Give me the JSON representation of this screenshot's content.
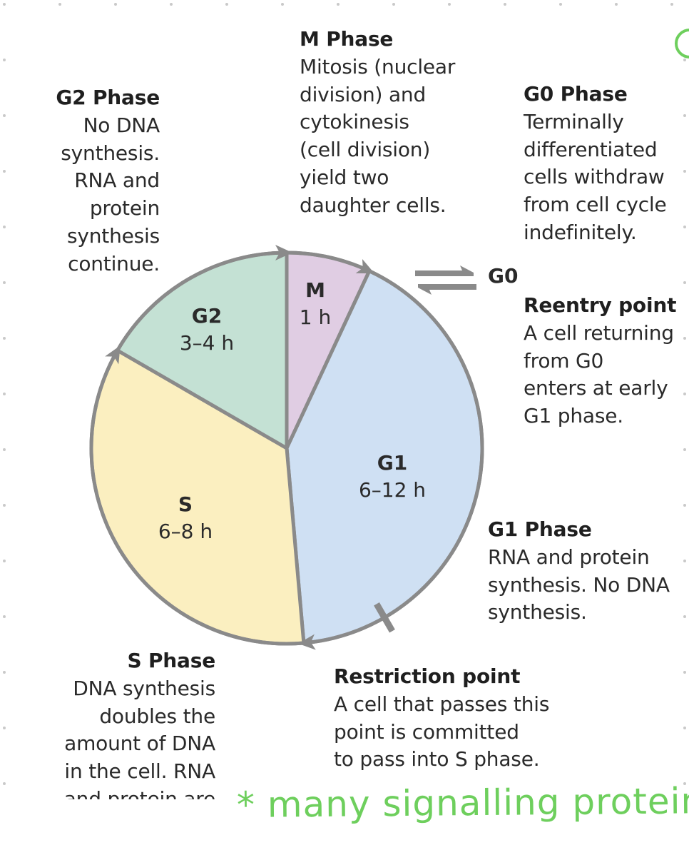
{
  "diagram": {
    "colors": {
      "m": "#e0cde3",
      "g1": "#cfe0f3",
      "s": "#fbefc0",
      "g2": "#c4e1d4",
      "stroke": "#8a8a8a",
      "note": "#6ecf5d"
    },
    "segments": {
      "m": {
        "name": "M",
        "duration": "1 h"
      },
      "g1": {
        "name": "G1",
        "duration": "6–12 h"
      },
      "s": {
        "name": "S",
        "duration": "6–8 h"
      },
      "g2": {
        "name": "G2",
        "duration": "3–4 h"
      }
    },
    "g0_label": "G0"
  },
  "descriptions": {
    "m_phase": {
      "title": "M Phase",
      "body": "Mitosis (nuclear\ndivision) and\ncytokinesis\n(cell division)\nyield two\ndaughter cells."
    },
    "g2_phase": {
      "title": "G2 Phase",
      "body": "No DNA\nsynthesis.\nRNA and\nprotein\nsynthesis\ncontinue."
    },
    "g0_phase": {
      "title": "G0 Phase",
      "body": "Terminally\ndifferentiated\ncells withdraw\nfrom cell cycle\nindefinitely."
    },
    "reentry_point": {
      "title": "Reentry point",
      "body": "A cell returning\nfrom G0\nenters at early\nG1 phase."
    },
    "g1_phase": {
      "title": "G1 Phase",
      "body": "RNA and protein\nsynthesis. No DNA\nsynthesis."
    },
    "s_phase": {
      "title": "S Phase",
      "body": "DNA synthesis\ndoubles the\namount of DNA\nin the cell. RNA\nand protein are\nalso synthesized."
    },
    "restriction_point": {
      "title": "Restriction point",
      "body": "A cell that passes this\npoint is committed\nto pass into S phase."
    }
  },
  "handwritten_note": "* many signalling proteins"
}
